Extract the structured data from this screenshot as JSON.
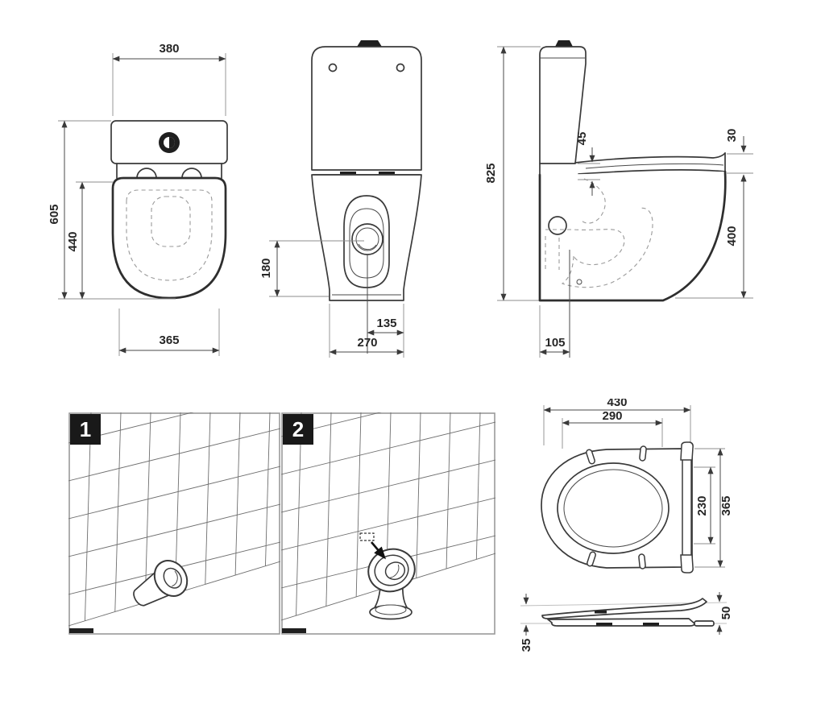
{
  "page": {
    "background": "#ffffff",
    "description": "WC close-coupled toilet technical dimension drawing"
  },
  "views": {
    "top_view": {
      "name": "wc-top-view",
      "dims": {
        "width": "380",
        "total_depth": "605",
        "bowl_depth": "440",
        "bowl_width": "365"
      }
    },
    "front_view": {
      "name": "wc-front-view",
      "dims": {
        "outlet_height": "180",
        "outlet_offset": "135",
        "base_width": "270"
      }
    },
    "side_view": {
      "name": "wc-side-view",
      "dims": {
        "total_height": "825",
        "seat_mount_height": "45",
        "seat_thickness": "30",
        "rim_height": "400",
        "outlet_distance": "105"
      }
    },
    "seat_top_view": {
      "name": "seat-top-view",
      "dims": {
        "width": "430",
        "inner_width": "290",
        "inner_depth": "230",
        "depth": "365"
      }
    },
    "seat_side_view": {
      "name": "seat-side-view",
      "dims": {
        "hinge_height": "50",
        "front_thickness": "35"
      }
    }
  },
  "panels": [
    {
      "label": "1"
    },
    {
      "label": "2"
    }
  ],
  "colors": {
    "line": "#3a3a3a",
    "dim_line": "#4a4a4a",
    "dashed": "#9a9a9a",
    "grid": "#6f6f6f",
    "badge_bg": "#191919",
    "badge_text": "#ffffff"
  }
}
